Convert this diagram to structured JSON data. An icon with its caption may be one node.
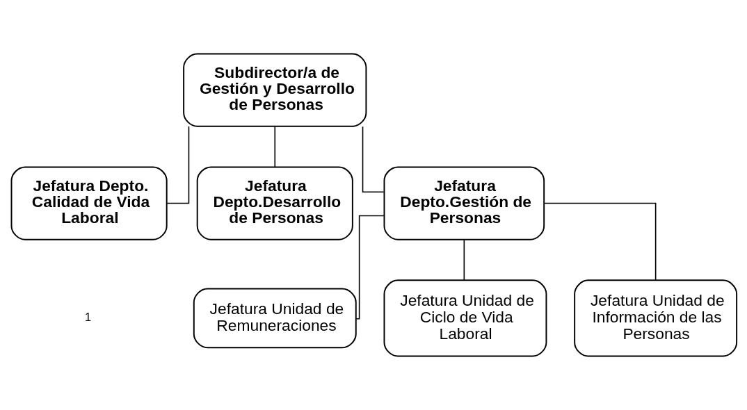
{
  "diagram": {
    "nodes": [
      {
        "text": [
          "Subdirector/a de Gestión y Desarrollo de Personas"
        ]
      },
      {
        "text": [
          "Jefatura Depto. Calidad de Vida Laboral"
        ]
      },
      {
        "text": [
          "Jefatura Depto.Desarrollo de Personas"
        ]
      },
      {
        "text": [
          "Jefatura Depto.Gestión de Personas"
        ]
      },
      {
        "text": [
          "Jefatura Unidad de Remuneraciones"
        ]
      },
      {
        "text": [
          "Jefatura Unidad de Ciclo de Vida Laboral"
        ]
      },
      {
        "text": [
          "Jefatura Unidad de Información de las Personas"
        ]
      }
    ],
    "edges": [
      {
        "from": 0,
        "to": 1,
        "arrow": "none"
      },
      {
        "from": 0,
        "to": 2,
        "arrow": "none"
      },
      {
        "from": 0,
        "to": 3,
        "arrow": "none"
      },
      {
        "from": 3,
        "to": 4,
        "arrow": "none"
      },
      {
        "from": 3,
        "to": 5,
        "arrow": "none"
      },
      {
        "from": 3,
        "to": 6,
        "arrow": "none"
      }
    ],
    "labels": [
      "1"
    ]
  }
}
